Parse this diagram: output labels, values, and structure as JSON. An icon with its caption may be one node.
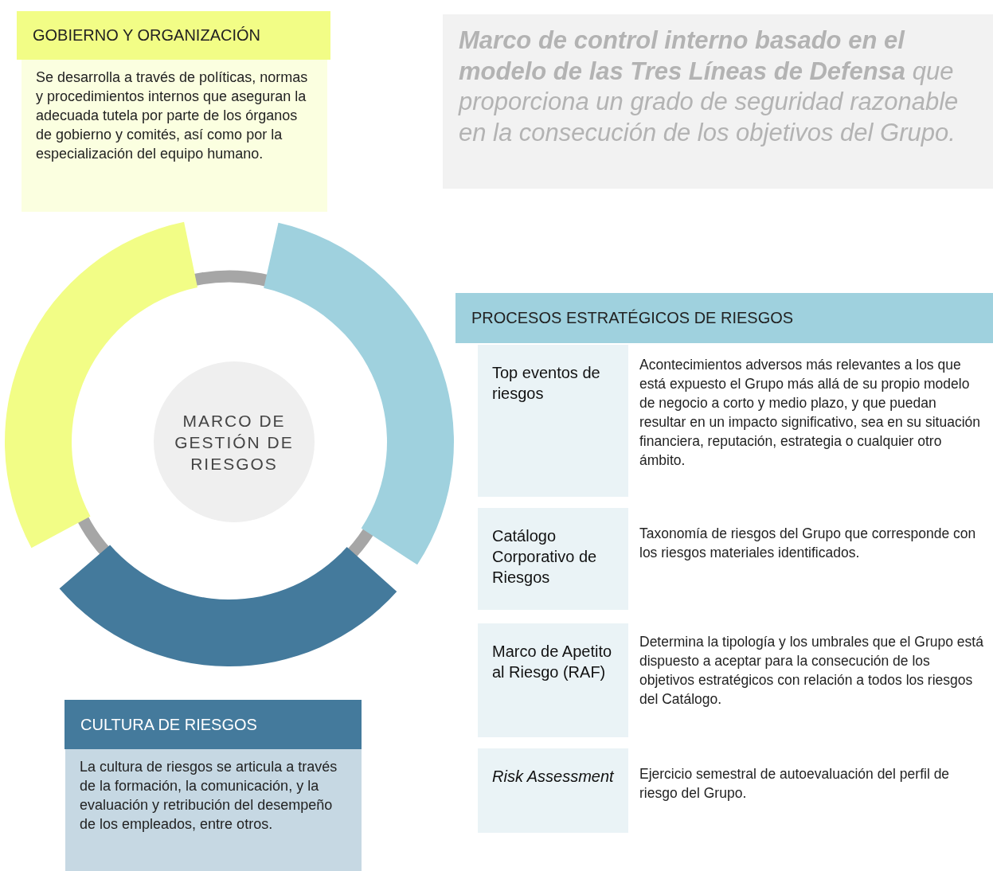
{
  "diagram": {
    "title": "**Marco de control interno basado en el modelo de las Tres Líneas de Defensa** que proporciona un grado de seguridad razonable en la consecución de los objetivos del Grupo.",
    "nodes": [
      {
        "text": [
          "GOBIERNO Y ORGANIZACIÓN",
          "Se desarrolla a través de políticas, normas y procedimientos internos que aseguran la adecuada tutela por parte de los órganos de gobierno y comités, así como por la especialización del equipo humano."
        ]
      },
      {
        "text": [
          "MARCO DE GESTIÓN DE RIESGOS"
        ]
      },
      {
        "text": [
          "PROCESOS ESTRATÉGICOS DE RIESGOS"
        ]
      },
      {
        "text": [
          "Top eventos de riesgos"
        ],
        "beside": [
          "Acontecimientos adversos más relevantes a los que está expuesto el Grupo más allá de su propio modelo de negocio a corto y medio plazo, y que puedan resultar en un impacto significativo, sea en su situación financiera, reputación, estrategia o cualquier otro ámbito."
        ]
      },
      {
        "text": [
          "Catálogo Corporativo de Riesgos"
        ],
        "beside": [
          "Taxonomía de riesgos del Grupo que corresponde con los riesgos materiales identificados."
        ]
      },
      {
        "text": [
          "Marco de Apetito al Riesgo (RAF)"
        ],
        "beside": [
          "Determina la tipología y los umbrales que el Grupo está dispuesto a aceptar para la consecución de los objetivos estratégicos con relación a todos los riesgos del Catálogo."
        ]
      },
      {
        "text": [
          "Risk Assessment"
        ],
        "beside": [
          "Ejercicio semestral de autoevaluación del perfil de riesgo del Grupo."
        ]
      },
      {
        "text": [
          "CULTURA DE RIESGOS",
          "La cultura de riesgos se articula a través de la formación, la comunicación, y la evaluación y retribución del desempeño de los empleados, entre otros."
        ]
      }
    ]
  }
}
